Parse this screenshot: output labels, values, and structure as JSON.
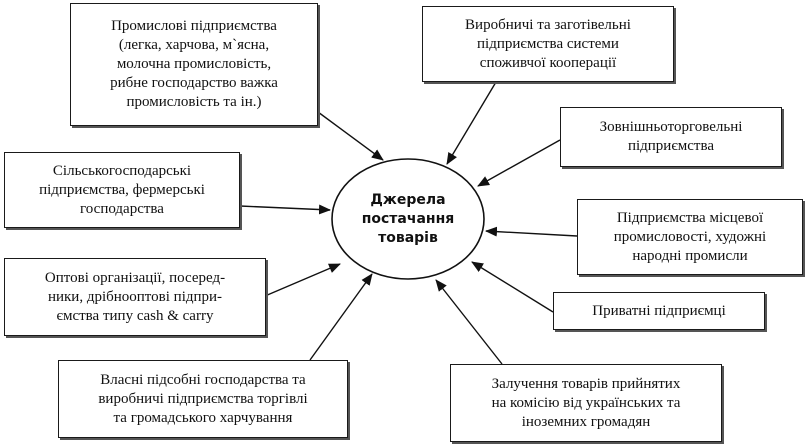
{
  "center": {
    "lines": [
      "Джерела",
      "постачання",
      "товарів"
    ]
  },
  "sources": [
    {
      "id": "industrial",
      "lines": [
        "Промислові підприємства",
        "(легка, харчова, м`ясна,",
        "молочна промисловість,",
        "рибне господарство  важка",
        "промисловість та ін.)"
      ]
    },
    {
      "id": "cooperative",
      "lines": [
        "Виробничі та заготівельні",
        "підприємства системи",
        "споживчої кооперації"
      ]
    },
    {
      "id": "foreign-trade",
      "lines": [
        "Зовнішньоторговельні",
        "підприємства"
      ]
    },
    {
      "id": "agricultural",
      "lines": [
        "Сільськогосподарські",
        "підприємства, фермерські",
        "господарства"
      ]
    },
    {
      "id": "local-industry",
      "lines": [
        "Підприємства місцевої",
        "промисловості, художні",
        "народні промисли"
      ]
    },
    {
      "id": "wholesale",
      "lines": [
        "Оптові організації, посеред-",
        "ники, дрібнооптові підпри-",
        "ємства типу cash & carry"
      ]
    },
    {
      "id": "private",
      "lines": [
        "Приватні підприємці"
      ]
    },
    {
      "id": "own-farms",
      "lines": [
        "Власні підсобні господарства та",
        "виробничі підприємства торгівлі",
        "та громадського харчування"
      ]
    },
    {
      "id": "commission",
      "lines": [
        "Залучення товарів  прийнятих",
        "на комісію від українських та",
        "іноземних громадян"
      ]
    }
  ]
}
